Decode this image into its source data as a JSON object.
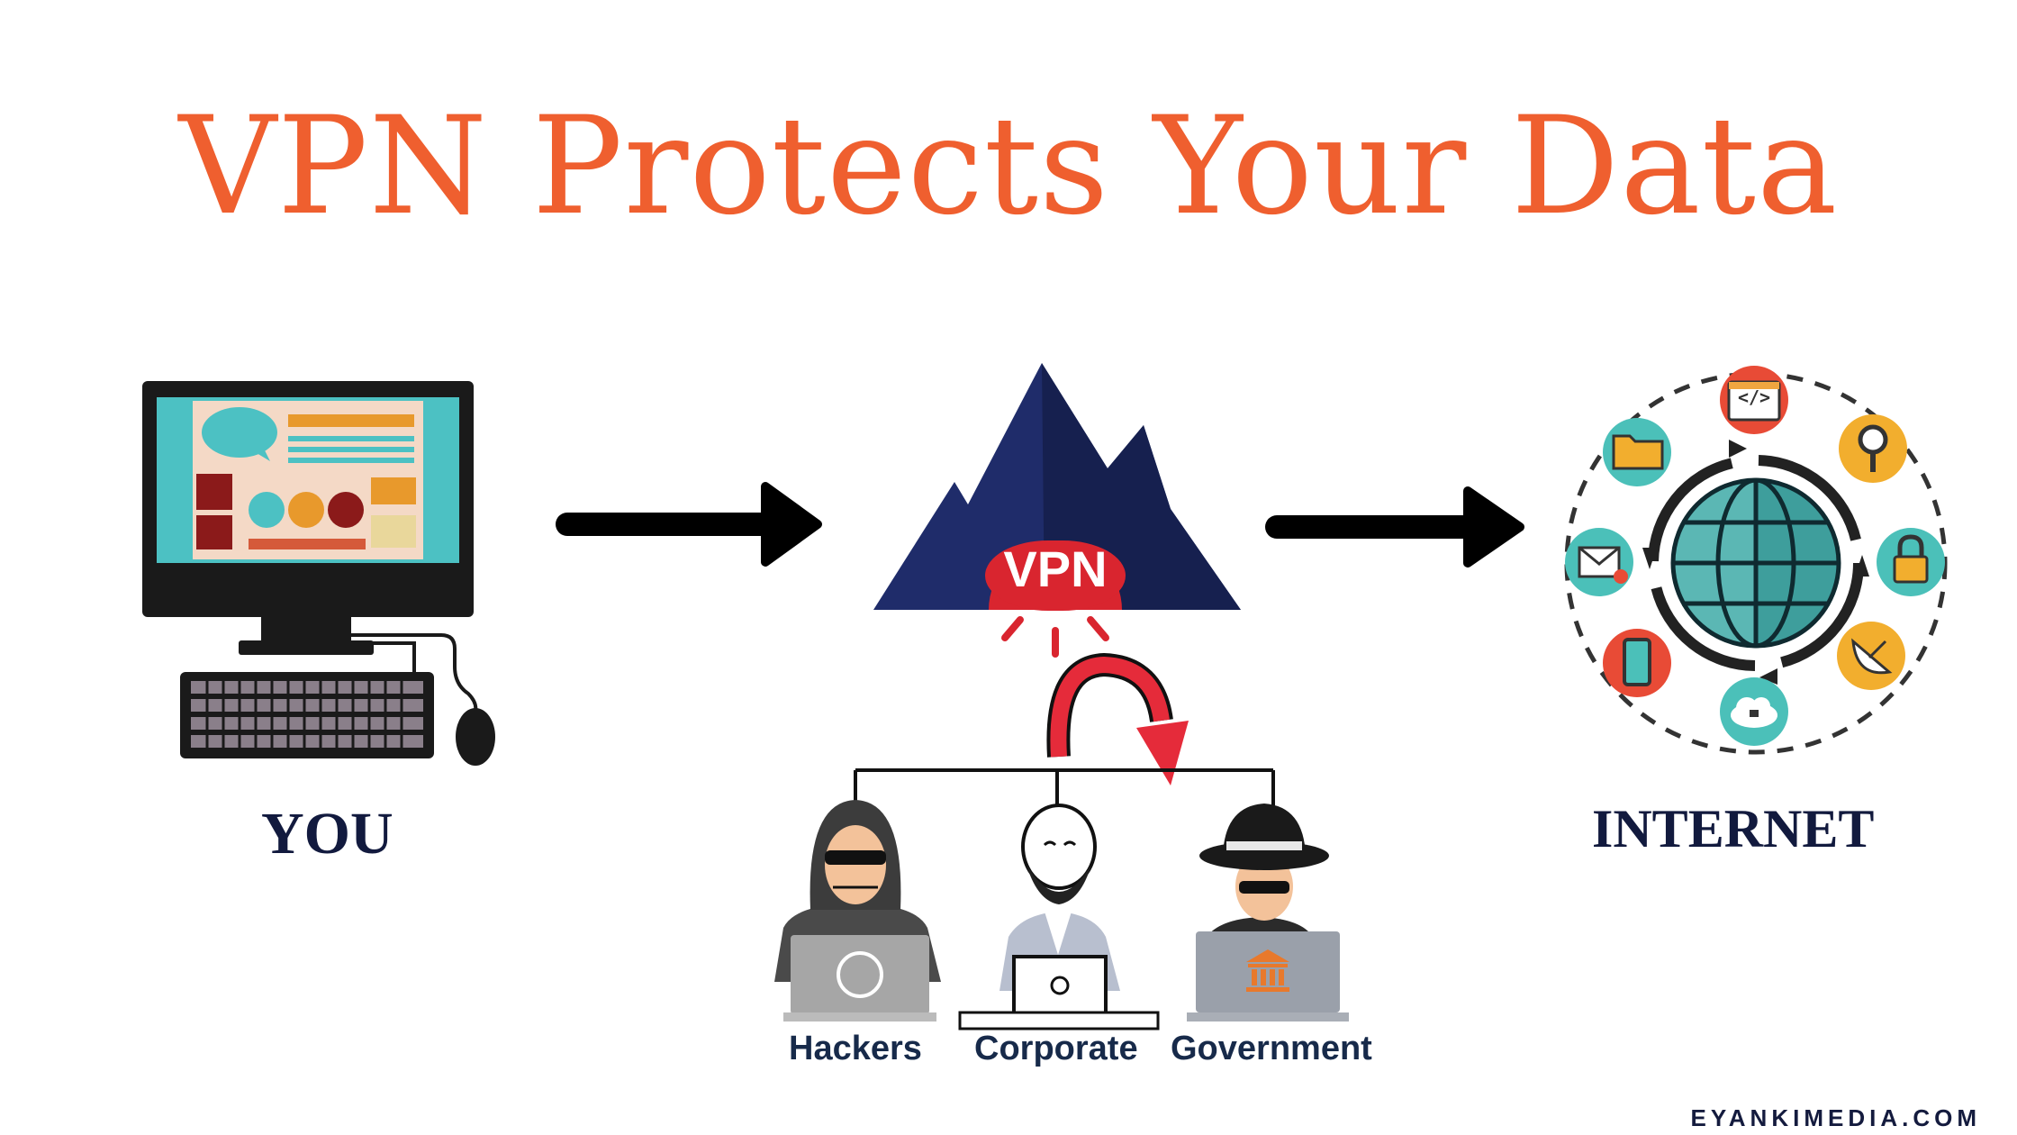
{
  "title": "VPN Protects Your Data",
  "labels": {
    "you": "YOU",
    "internet": "INTERNET",
    "vpn": "VPN"
  },
  "watchers": [
    {
      "name": "Hackers"
    },
    {
      "name": "Corporate"
    },
    {
      "name": "Government"
    }
  ],
  "internet_icons": [
    "code-window-icon",
    "search-icon",
    "lock-icon",
    "satellite-dish-icon",
    "cloud-lock-icon",
    "smartphone-icon",
    "email-icon",
    "folder-icon",
    "globe-icon"
  ],
  "colors": {
    "title": "#ef5f2f",
    "label": "#121a3e",
    "vpn_red": "#d9252f",
    "mountain": "#1f2c6a",
    "teal": "#4bc0b9"
  },
  "footer": {
    "site": "EYANKIMEDIA.COM"
  }
}
